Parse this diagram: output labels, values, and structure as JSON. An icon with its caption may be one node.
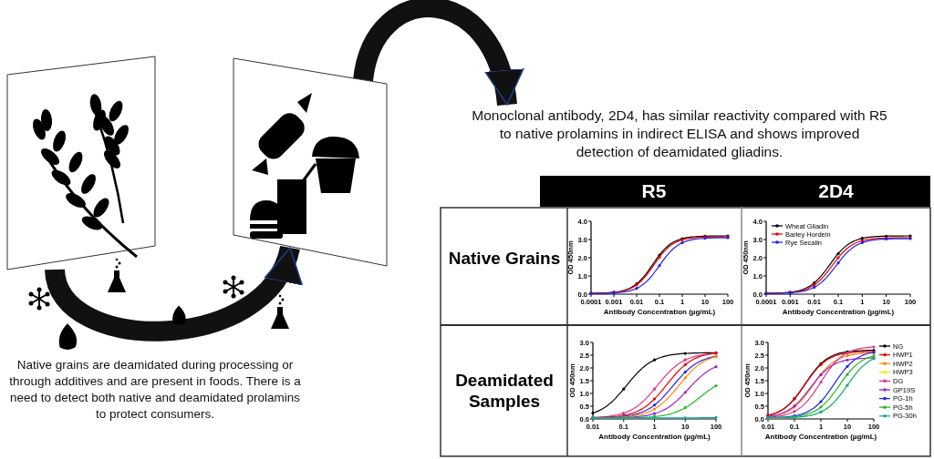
{
  "diagram": {
    "nodes": [
      {
        "text": [],
        "shape": "picture"
      },
      {
        "text": [],
        "shape": "picture"
      },
      {
        "text": [
          "Monoclonal antibody, 2D4, has similar reactivity compared with R5 to native prolamins in indirect ELISA and shows improved detection of deamidated gliadins."
        ]
      }
    ],
    "edges": [
      {
        "from": 0,
        "to": 1,
        "arrow": "to"
      },
      {
        "from": 1,
        "to": 2,
        "arrow": "to"
      }
    ],
    "labels": [
      "Native grains are deamidated during processing or through additives and are present in foods. There is a need to detect both native and deamidated prolamins to protect consumers.",
      "R5",
      "2D4",
      "Native Grains",
      "Deamidated Samples",
      "0.0",
      "1.0",
      "2.0",
      "3.0",
      "4.0",
      "0.0001",
      "0.001",
      "0.01",
      "0.1",
      "1",
      "10",
      "100",
      "OD 450nm",
      "Antibody Concentration (µg/mL)",
      "0.0",
      "1.0",
      "2.0",
      "3.0",
      "4.0",
      "0.0001",
      "0.001",
      "0.01",
      "0.1",
      "1",
      "10",
      "100",
      "OD 450nm",
      "Antibody Concentration (µg/mL)",
      "0.0",
      "0.5",
      "1.0",
      "1.5",
      "2.0",
      "2.5",
      "3.0",
      "0.01",
      "0.1",
      "1",
      "10",
      "100",
      "OD 450nm",
      "Antibody Concentration (µg/mL)",
      "0.0",
      "0.5",
      "1.0",
      "1.5",
      "2.0",
      "2.5",
      "3.0",
      "0.01",
      "0.1",
      "1",
      "10",
      "100",
      "OD 450nm",
      "Antibody Concentration (µg/mL)"
    ],
    "legend": [
      {
        "text": "Wheat Gliadin"
      },
      {
        "text": "Barley Hordein"
      },
      {
        "text": "Rye Secalin"
      },
      {
        "text": "NG"
      },
      {
        "text": "HWP1"
      },
      {
        "text": "HWP2"
      },
      {
        "text": "HWP3"
      },
      {
        "text": "DG"
      },
      {
        "text": "GP19S"
      },
      {
        "text": "PG-1h"
      },
      {
        "text": "PG-5h"
      },
      {
        "text": "PG-30h"
      }
    ]
  }
}
